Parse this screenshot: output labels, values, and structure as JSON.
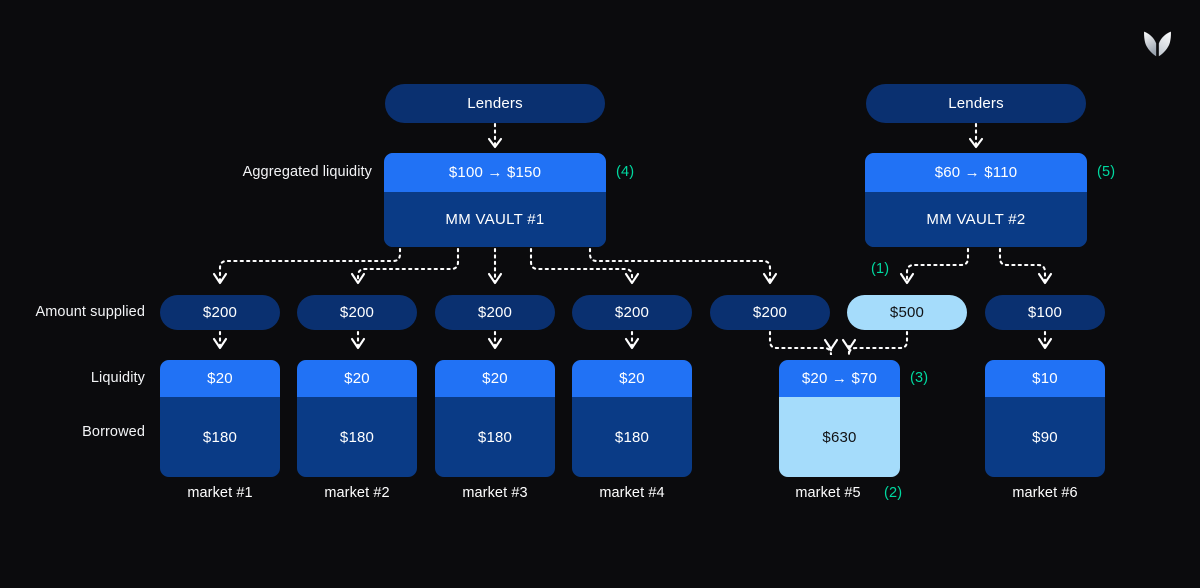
{
  "brand": {
    "logo_name": "morpho-butterfly-logo"
  },
  "colors": {
    "background": "#0B0B0D",
    "dark_blue": "#0A3070",
    "vault_body_blue": "#0A3B86",
    "bright_blue": "#2172F5",
    "light_blue": "#A5DCFB",
    "accent_green": "#00D9A0",
    "text_white": "#FFFFFF",
    "text_dark": "#111215"
  },
  "row_labels": {
    "aggregated_liquidity": "Aggregated liquidity",
    "amount_supplied": "Amount supplied",
    "liquidity": "Liquidity",
    "borrowed": "Borrowed"
  },
  "vaults": [
    {
      "id": "vault-1",
      "lenders_label": "Lenders",
      "liquidity_value": "$100 → $150",
      "name": "MM VAULT #1",
      "step": "(4)"
    },
    {
      "id": "vault-2",
      "lenders_label": "Lenders",
      "liquidity_value": "$60 → $110",
      "name": "MM VAULT #2",
      "step": "(5)"
    }
  ],
  "markets": [
    {
      "id": "market-1",
      "caption": "market #1",
      "supplied": "$200",
      "liquidity": "$20",
      "borrowed": "$180",
      "highlight": false,
      "supplied_highlight": false,
      "step": ""
    },
    {
      "id": "market-2",
      "caption": "market #2",
      "supplied": "$200",
      "liquidity": "$20",
      "borrowed": "$180",
      "highlight": false,
      "supplied_highlight": false,
      "step": ""
    },
    {
      "id": "market-3",
      "caption": "market #3",
      "supplied": "$200",
      "liquidity": "$20",
      "borrowed": "$180",
      "highlight": false,
      "supplied_highlight": false,
      "step": ""
    },
    {
      "id": "market-4",
      "caption": "market #4",
      "supplied": "$200",
      "liquidity": "$20",
      "borrowed": "$180",
      "highlight": false,
      "supplied_highlight": false,
      "step": ""
    },
    {
      "id": "market-5",
      "caption": "market #5",
      "supplied": "$200",
      "liquidity": "$20 → $70",
      "borrowed": "$630",
      "highlight": true,
      "supplied_highlight": false,
      "step": "(2)"
    },
    {
      "id": "market-6",
      "caption": "market #6",
      "supplied": "$100",
      "liquidity": "$10",
      "borrowed": "$90",
      "highlight": false,
      "supplied_highlight": false,
      "step": ""
    }
  ],
  "extra_supply": {
    "id": "supply-500",
    "value": "$500",
    "step": "(1)",
    "highlight": true
  },
  "steps": {
    "s1": "(1)",
    "s2": "(2)",
    "s3": "(3)",
    "s4": "(4)",
    "s5": "(5)"
  }
}
